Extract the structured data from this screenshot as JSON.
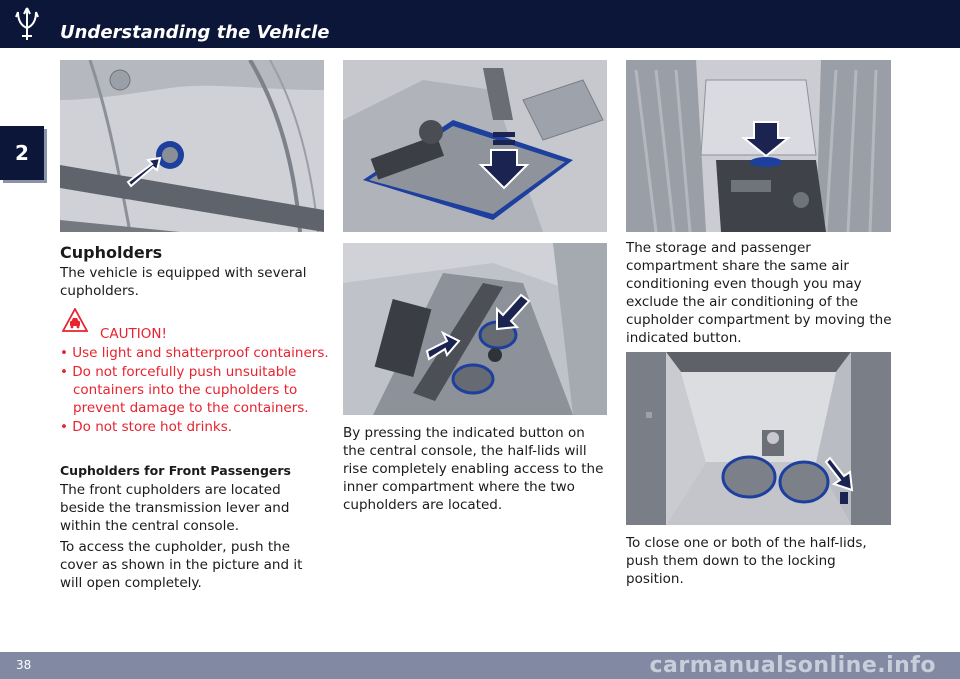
{
  "header": {
    "title": "Understanding the Vehicle",
    "logo_icon": "trident-logo-icon"
  },
  "chapter_tab": "2",
  "footer": {
    "page_number": "38",
    "watermark": "carmanualsonline.info"
  },
  "colors": {
    "header_bg": "#0c1638",
    "footer_bg": "#8189a3",
    "caution": "#e8222e",
    "highlight": "#1d3f9e"
  },
  "column1": {
    "section_title": "Cupholders",
    "intro": "The vehicle is equipped with several cupholders.",
    "caution": {
      "title": "CAUTION!",
      "icon": "car-warning-icon",
      "items": [
        "Use light and shatterproof containers.",
        "Do not forcefully push unsuitable containers into the cupholders to prevent damage to the containers.",
        "Do not store hot drinks."
      ]
    },
    "subheading": "Cupholders for Front Passengers",
    "para1": "The front cupholders are located beside the transmission lever and within the central console.",
    "para2": "To access the cupholder, push the cover as shown in the picture and it will open completely."
  },
  "column2": {
    "para1": "By pressing the indicated button on the central console, the half-lids will rise completely enabling access to the inner compartment where the two cupholders are located."
  },
  "column3": {
    "para1": "The storage and passenger compartment share the same air conditioning even though you may exclude the air conditioning of the cupholder compartment by moving the indicated button.",
    "para2": "To close one or both of the half-lids, push them down to the locking position."
  }
}
